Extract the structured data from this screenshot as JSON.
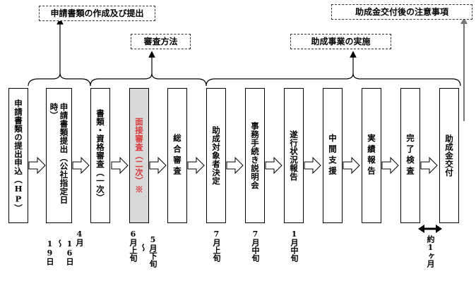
{
  "phases": {
    "p1": "申請書類の作成及び提出",
    "p2": "審査方法",
    "p3": "助成事業の実施",
    "p4": "助成金交付後の注意事項"
  },
  "steps": [
    {
      "label": "申請書類の提出申込（HP）"
    },
    {
      "label": "申請書類提出（公社指定日時）"
    },
    {
      "label": "書類・資格審査（一次）"
    },
    {
      "label": "面接審査（二次）※",
      "highlight": true,
      "color": "#d83a3a"
    },
    {
      "label": "総合審査"
    },
    {
      "label": "助成対象者決定"
    },
    {
      "label": "事務手続き説明会"
    },
    {
      "label": "遂行状況報告"
    },
    {
      "label": "中間支援"
    },
    {
      "label": "実績報告"
    },
    {
      "label": "完了検査"
    },
    {
      "label": "助成金交付"
    }
  ],
  "dates": {
    "d1": {
      "month": "4月",
      "from": "16日",
      "sep": "〜",
      "to": "19日"
    },
    "d2": {
      "a": "5月下旬",
      "sep": "〜",
      "b": "6月上旬"
    },
    "d3": "7月上旬",
    "d4": "7月中旬",
    "d5": "1月中旬",
    "d6": "約1ヶ月"
  },
  "colors": {
    "highlight_fill": "#d9d9d9",
    "highlight_text": "#d83a3a"
  }
}
